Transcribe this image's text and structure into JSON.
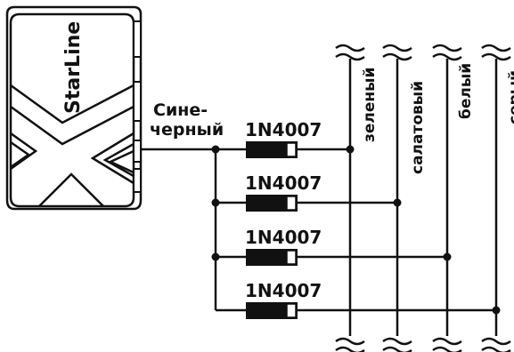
{
  "device": {
    "brand": "StarLine"
  },
  "output_wire": {
    "label_line1": "Сине-",
    "label_line2": "черный"
  },
  "diodes": [
    {
      "label": "1N4007"
    },
    {
      "label": "1N4007"
    },
    {
      "label": "1N4007"
    },
    {
      "label": "1N4007"
    }
  ],
  "bus_wires": [
    {
      "label": "зеленый"
    },
    {
      "label": "салатовый"
    },
    {
      "label": "белый"
    },
    {
      "label": "серый"
    }
  ],
  "colors": {
    "ink": "#111111",
    "background": "#ffffff"
  }
}
